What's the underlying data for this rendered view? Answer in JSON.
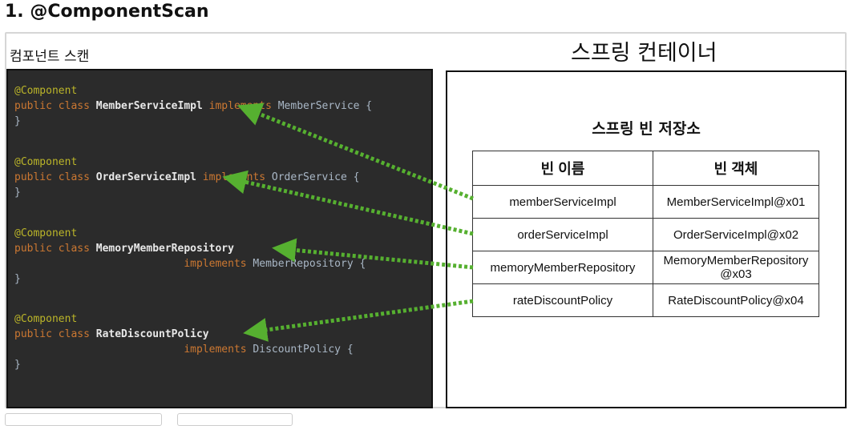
{
  "title": "1. @ComponentScan",
  "scan_label": "컴포넌트 스캔",
  "container_label": "스프링 컨테이너",
  "repo_title": "스프링 빈 저장소",
  "code_blocks": [
    {
      "annotation": "@Component",
      "kw": "public class ",
      "name": "MemberServiceImpl",
      "implements": " implements ",
      "iface": "MemberService {",
      "close": "}"
    },
    {
      "annotation": "@Component",
      "kw": "public class ",
      "name": "OrderServiceImpl",
      "implements": " implements ",
      "iface": "OrderService {",
      "close": "}"
    },
    {
      "annotation": "@Component",
      "kw": "public class ",
      "name": "MemoryMemberRepository",
      "implements": "implements ",
      "iface": "MemberRepository {",
      "close": "}"
    },
    {
      "annotation": "@Component",
      "kw": "public class ",
      "name": "RateDiscountPolicy",
      "implements": "implements ",
      "iface": "DiscountPolicy {",
      "close": "}"
    }
  ],
  "table": {
    "headers": [
      "빈 이름",
      "빈 객체"
    ],
    "rows": [
      [
        "memberServiceImpl",
        "MemberServiceImpl@x01"
      ],
      [
        "orderServiceImpl",
        "OrderServiceImpl@x02"
      ],
      [
        "memoryMemberRepository",
        "MemoryMemberRepository\n@x03"
      ],
      [
        "rateDiscountPolicy",
        "RateDiscountPolicy@x04"
      ]
    ]
  },
  "colors": {
    "arrow": "#56b030",
    "code_bg": "#2b2b2b",
    "keyword": "#cc7832",
    "annotation": "#bbb529"
  }
}
